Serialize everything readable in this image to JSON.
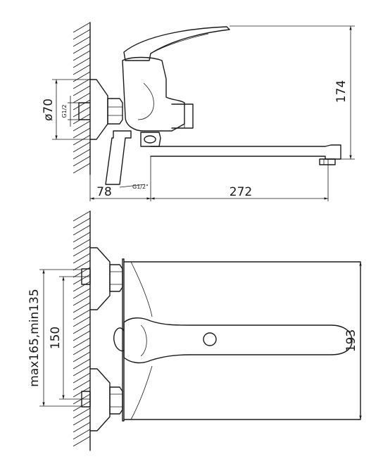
{
  "dimensions": {
    "height_top": "174",
    "diameter": "ø70",
    "thread_wall": "G1/2",
    "thread_inlet": "G1/2\"",
    "wall_offset": "78",
    "spout_length": "272",
    "body_width": "193",
    "center_distance": "150",
    "range": "max165,min135"
  }
}
